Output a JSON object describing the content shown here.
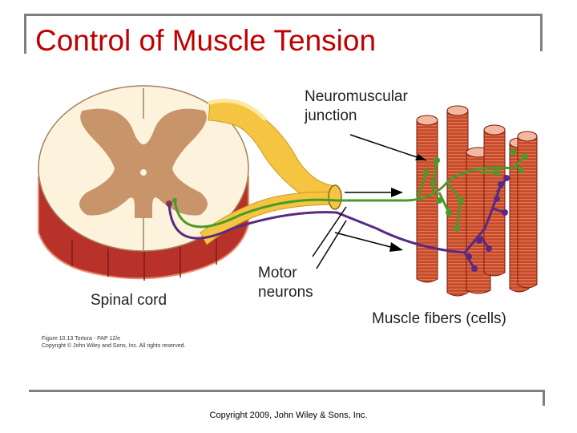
{
  "slide": {
    "title": "Control of Muscle Tension",
    "copyright": "Copyright 2009, John Wiley & Sons, Inc."
  },
  "figure": {
    "labels": {
      "neuromuscular_line1": "Neuromuscular",
      "neuromuscular_line2": "junction",
      "motor_line1": "Motor",
      "motor_line2": "neurons",
      "spinal_cord": "Spinal cord",
      "muscle_fibers": "Muscle fibers (cells)"
    },
    "credit": {
      "line1": "Figure 10.13  Tortora - PAP 12/e",
      "line2": "Copyright © John Wiley and Sons, Inc. All rights reserved."
    }
  },
  "colors": {
    "title": "#c00000",
    "nerve": "#f5c542",
    "neuron_green": "#4a9a2a",
    "neuron_purple": "#5a2a82",
    "muscle": "#c84a2a",
    "gray_matter": "#c8956a",
    "white_matter": "#fdf3dc"
  }
}
